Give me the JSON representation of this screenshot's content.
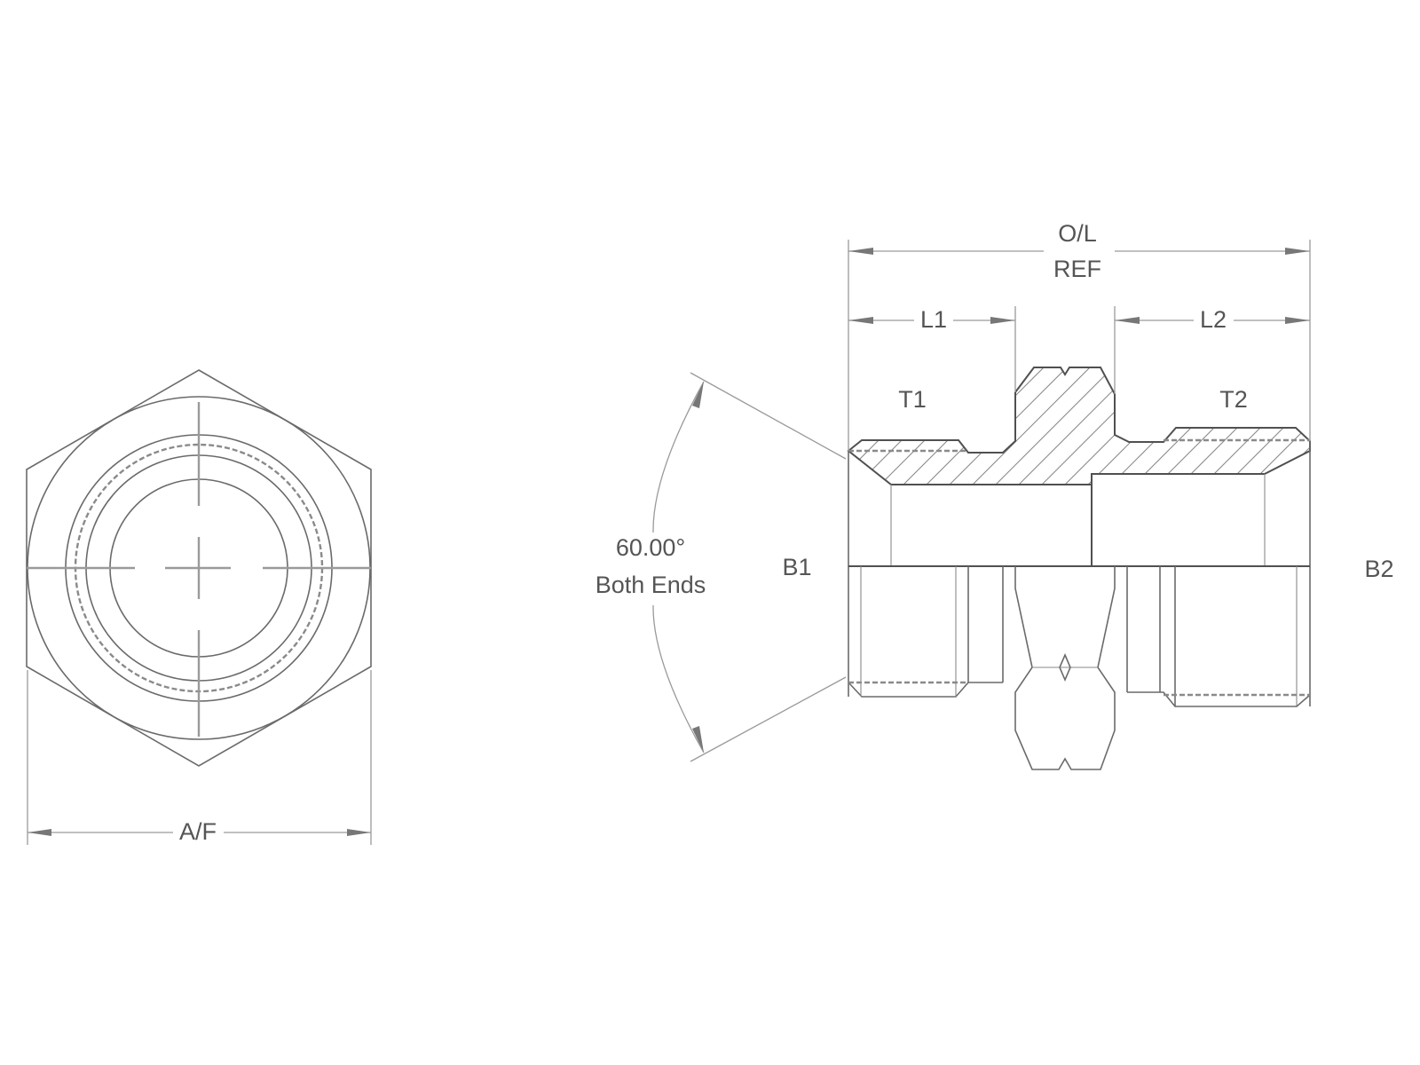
{
  "drawing": {
    "end_view": {
      "across_flats_label": "A/F"
    },
    "side_view": {
      "overall_length_label_line1": "O/L",
      "overall_length_label_line2": "REF",
      "length1_label": "L1",
      "length2_label": "L2",
      "thread1_label": "T1",
      "thread2_label": "T2",
      "bore1_label": "B1",
      "bore2_label": "B2",
      "angle_label_line1": "60.00°",
      "angle_label_line2": "Both Ends",
      "angle_degrees": 60
    },
    "colors": {
      "line": "#6a6a6a",
      "text": "#555555",
      "background": "#ffffff"
    }
  }
}
